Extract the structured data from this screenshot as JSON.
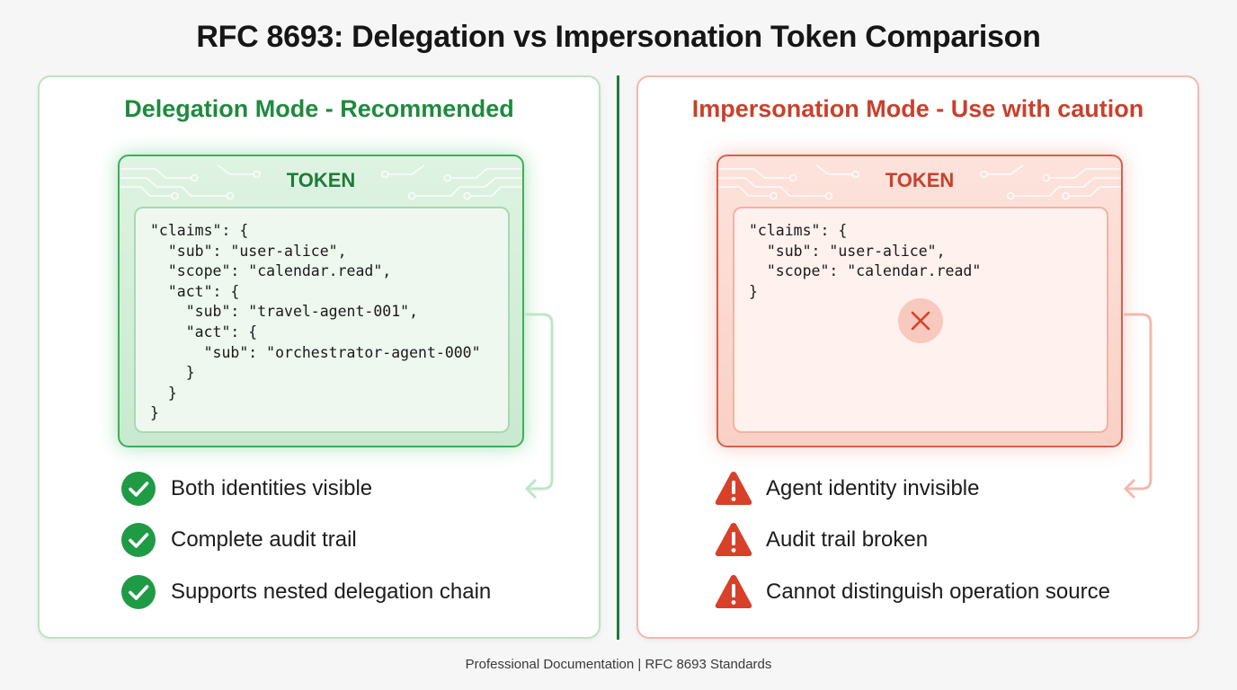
{
  "title": "RFC 8693: Delegation vs Impersonation Token Comparison",
  "delegation": {
    "heading": "Delegation Mode - Recommended",
    "token_label": "TOKEN",
    "code": "\"claims\": {\n  \"sub\": \"user-alice\",\n  \"scope\": \"calendar.read\",\n  \"act\": {\n    \"sub\": \"travel-agent-001\",\n    \"act\": {\n      \"sub\": \"orchestrator-agent-000\"\n    }\n  }\n}",
    "points": [
      {
        "icon": "check-circle-icon",
        "text": "Both identities visible"
      },
      {
        "icon": "check-circle-icon",
        "text": "Complete audit trail"
      },
      {
        "icon": "check-circle-icon",
        "text": "Supports nested delegation chain"
      }
    ],
    "accent_color": "#1f8a3e"
  },
  "impersonation": {
    "heading": "Impersonation Mode - Use with caution",
    "token_label": "TOKEN",
    "code": "\"claims\": {\n  \"sub\": \"user-alice\",\n  \"scope\": \"calendar.read\"\n}",
    "points": [
      {
        "icon": "warning-triangle-icon",
        "text": "Agent identity invisible"
      },
      {
        "icon": "warning-triangle-icon",
        "text": "Audit trail broken"
      },
      {
        "icon": "warning-triangle-icon",
        "text": "Cannot distinguish operation source"
      }
    ],
    "accent_color": "#c8412c"
  },
  "footer": "Professional Documentation | RFC 8693 Standards"
}
